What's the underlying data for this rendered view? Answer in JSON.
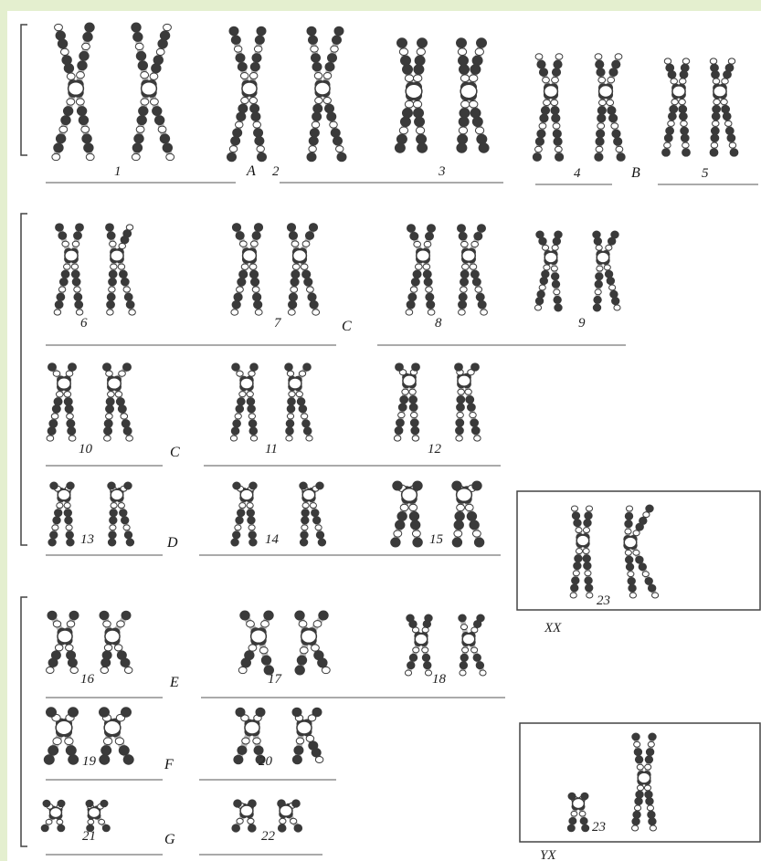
{
  "numbers": [
    "1",
    "2",
    "3",
    "4",
    "5",
    "6",
    "7",
    "8",
    "9",
    "10",
    "11",
    "12",
    "13",
    "14",
    "15",
    "16",
    "17",
    "18",
    "19",
    "20",
    "21",
    "22",
    "23",
    "23"
  ],
  "groups": [
    "A",
    "B",
    "C",
    "C",
    "D",
    "E",
    "F",
    "G"
  ],
  "sex": [
    "XX",
    "YX"
  ],
  "colors": {
    "ink": "#222222",
    "chromatid": "#3a3a3a",
    "background": "#e4efcf",
    "paper": "#ffffff"
  }
}
